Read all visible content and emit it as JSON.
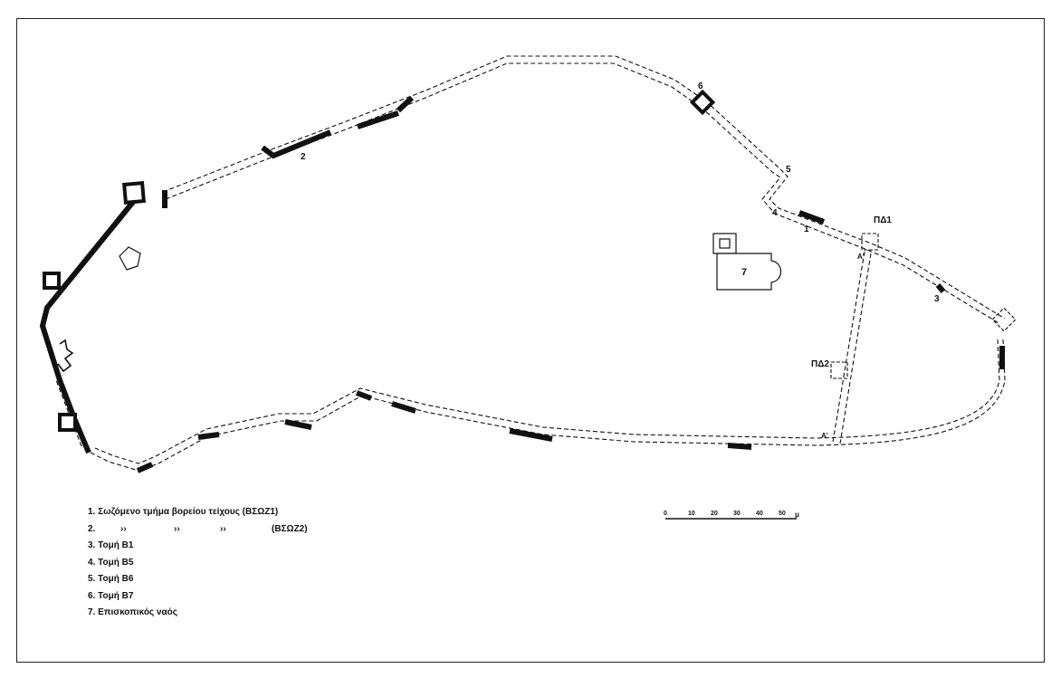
{
  "labels": {
    "l1": "1",
    "l2": "2",
    "l3": "3",
    "l4": "4",
    "l5": "5",
    "l6": "6",
    "l7": "7",
    "pd1": "ΠΔ1",
    "pd2": "ΠΔ2",
    "a1": "A'",
    "a2": "A'"
  },
  "legend": {
    "items": [
      "1. Σωζόμενο τμήμα βορείου τείχους (ΒΣΩΖ1)",
      "2.",
      "3. Τομή Β1",
      "4. Τομή Β5",
      "5. Τομή Β6",
      "6. Τομή Β7",
      "7. Επισκοπικός ναός"
    ],
    "ditto": [
      "››",
      "››",
      "››"
    ],
    "item2_code": "(ΒΣΩΖ2)"
  },
  "scale": {
    "ticks": [
      "0",
      "10",
      "20",
      "30",
      "40",
      "50"
    ],
    "unit": "μ"
  },
  "colors": {
    "ink": "#111111",
    "paper": "#ffffff"
  }
}
